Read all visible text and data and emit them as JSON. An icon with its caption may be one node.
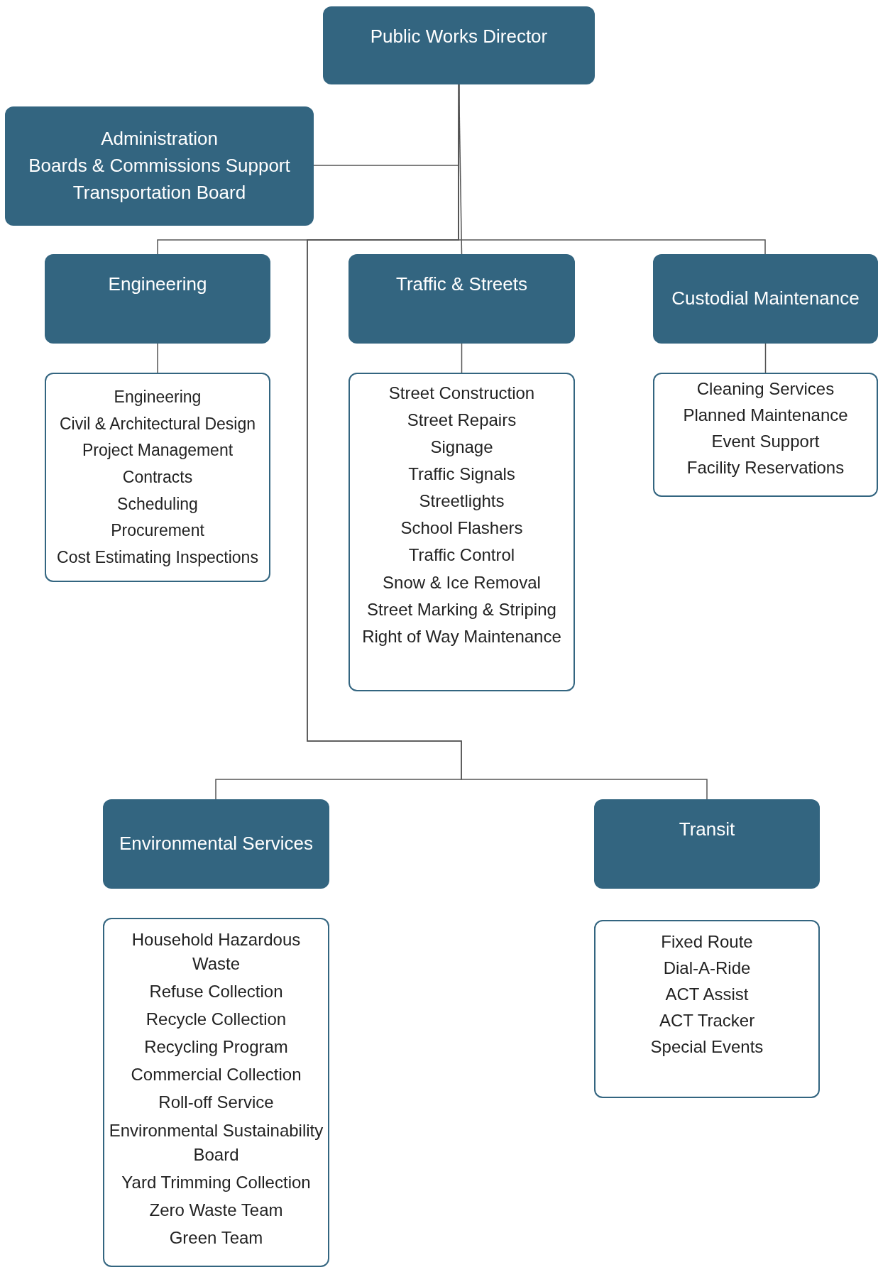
{
  "diagram": {
    "nodes": [
      {
        "text": [
          "Public Works Director"
        ]
      },
      {
        "text": [
          "Administration",
          "Boards & Commissions Support",
          "Transportation Board"
        ]
      },
      {
        "text": [
          "Engineering"
        ]
      },
      {
        "text": [
          "Traffic & Streets"
        ]
      },
      {
        "text": [
          "Custodial Maintenance"
        ]
      },
      {
        "text": [
          "Engineering",
          "Civil & Architectural Design",
          "Project Management",
          "Contracts",
          "Scheduling",
          "Procurement",
          "Cost Estimating Inspections"
        ]
      },
      {
        "text": [
          "Street Construction",
          "Street Repairs",
          "Signage",
          "Traffic Signals",
          "Streetlights",
          "School Flashers",
          "Traffic Control",
          "Snow & Ice Removal",
          "Street Marking & Striping",
          "Right of Way Maintenance"
        ]
      },
      {
        "text": [
          "Cleaning Services",
          "Planned Maintenance",
          "Event Support",
          "Facility Reservations"
        ]
      },
      {
        "text": [
          "Environmental Services"
        ]
      },
      {
        "text": [
          "Transit"
        ]
      },
      {
        "text": [
          "Household Hazardous Waste",
          "Refuse Collection",
          "Recycle Collection",
          "Recycling Program",
          "Commercial Collection",
          "Roll-off Service",
          "Environmental Sustainability Board",
          "Yard Trimming Collection",
          "Zero Waste Team",
          "Green Team"
        ]
      },
      {
        "text": [
          "Fixed Route",
          "Dial-A-Ride",
          "ACT Assist",
          "ACT Tracker",
          "Special Events"
        ]
      }
    ],
    "edges": [
      {
        "from": 0,
        "to": 1,
        "arrow": "none"
      },
      {
        "from": 0,
        "to": 2,
        "arrow": "none"
      },
      {
        "from": 0,
        "to": 3,
        "arrow": "none"
      },
      {
        "from": 0,
        "to": 4,
        "arrow": "none"
      },
      {
        "from": 2,
        "to": 5,
        "arrow": "none"
      },
      {
        "from": 3,
        "to": 6,
        "arrow": "none"
      },
      {
        "from": 4,
        "to": 7,
        "arrow": "none"
      },
      {
        "from": 0,
        "to": 8,
        "arrow": "none"
      },
      {
        "from": 0,
        "to": 9,
        "arrow": "none"
      }
    ]
  }
}
